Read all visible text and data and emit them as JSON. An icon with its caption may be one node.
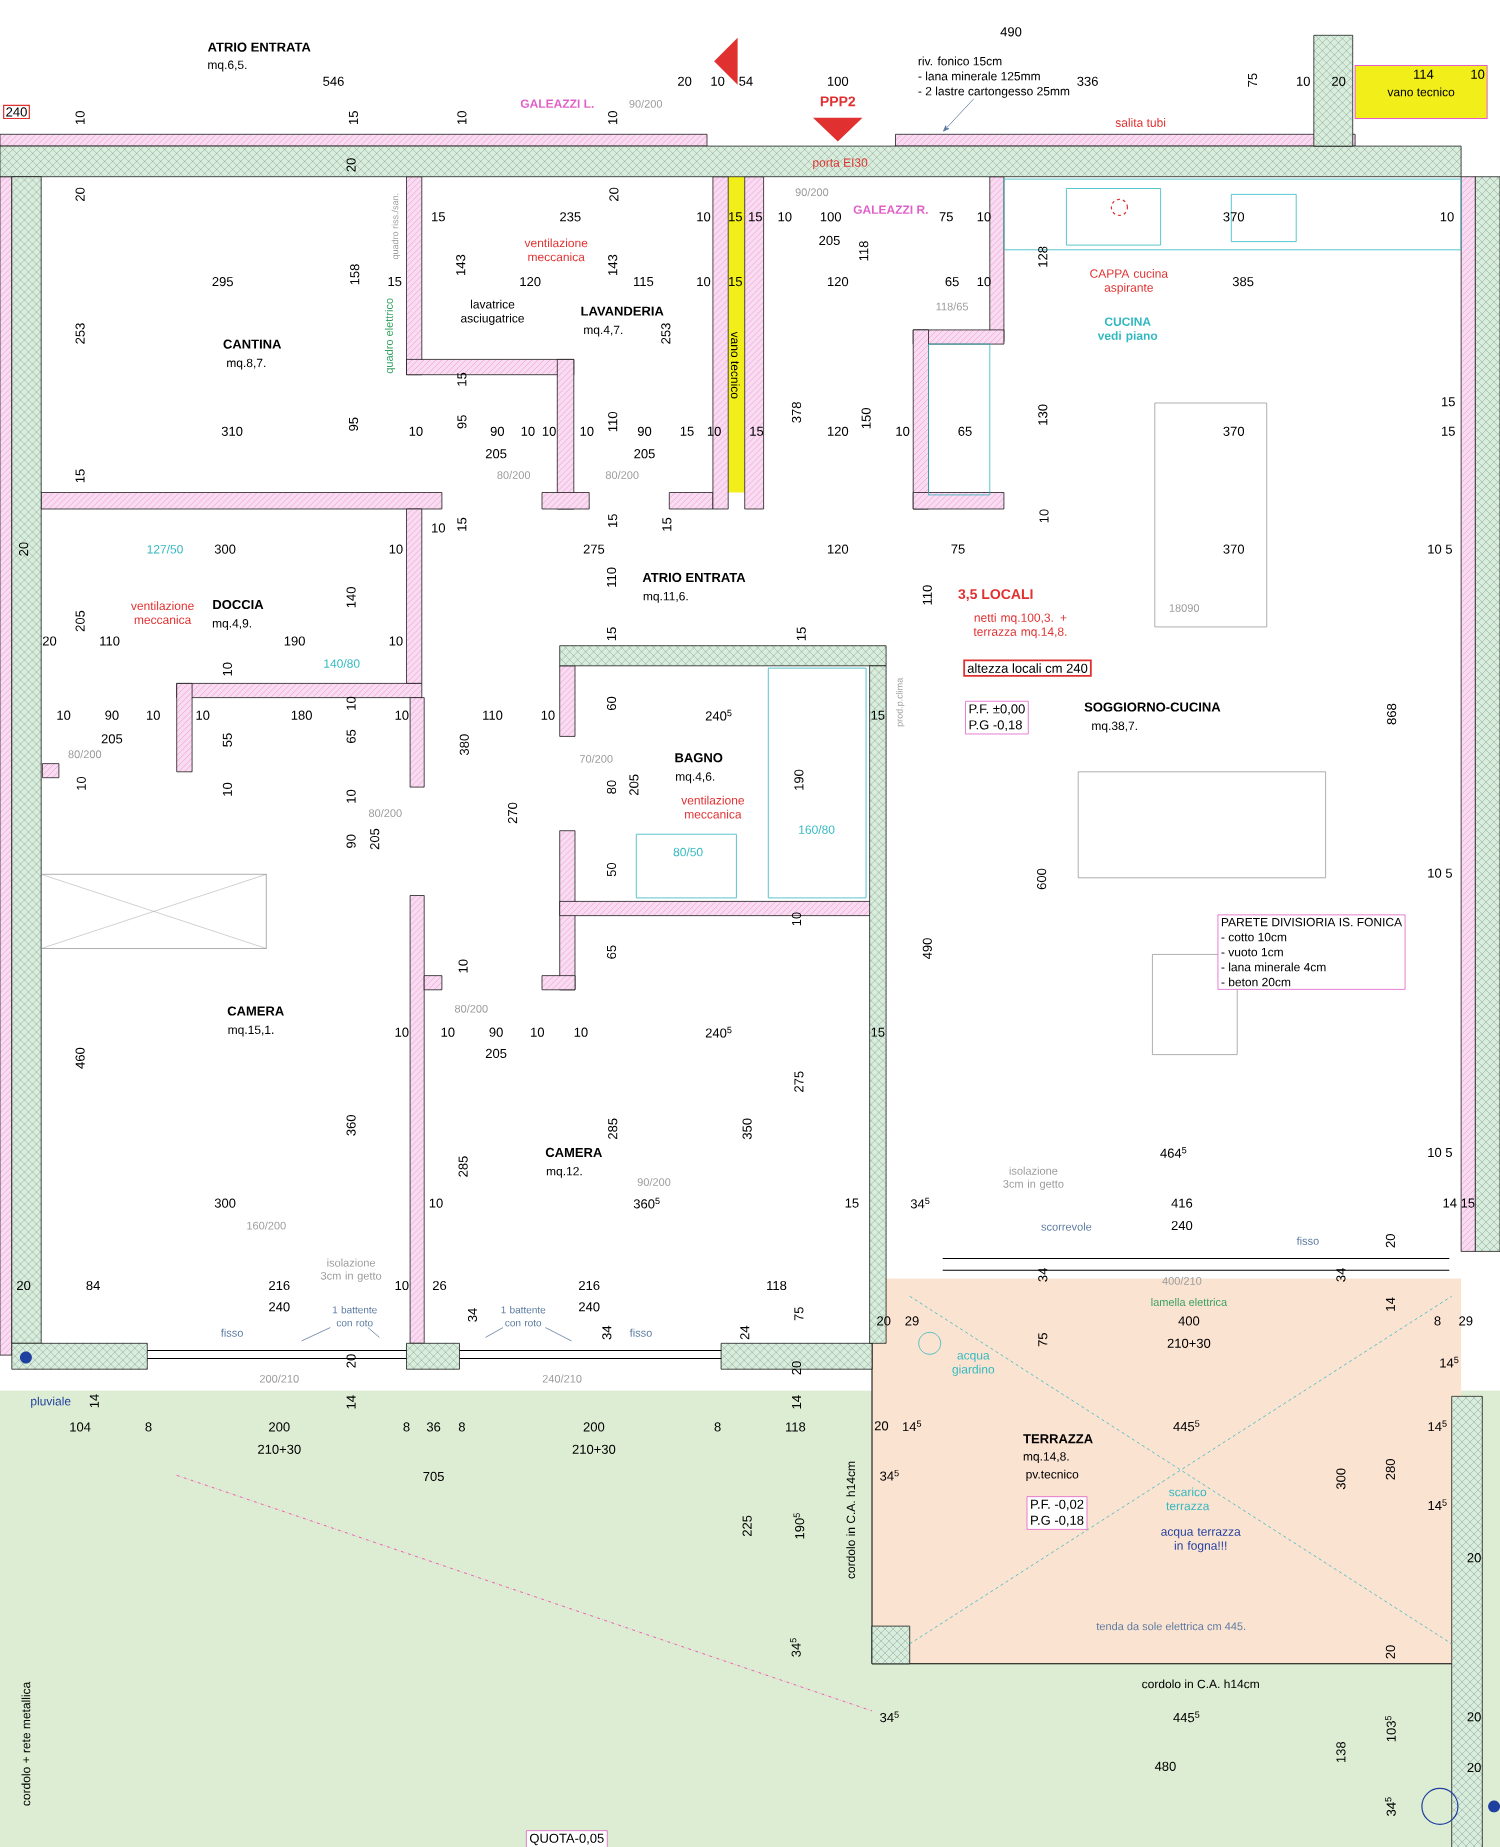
{
  "diagram": {
    "nodes": [
      {
        "text": [
          "240"
        ]
      },
      {
        "text": [
          "riv. fonico 15cm",
          "- lana minerale 125mm",
          "- 2 lastre cartongesso 25mm"
        ]
      },
      {
        "text": [
          "vano tecnico"
        ]
      },
      {
        "text": [
          "altezza locali cm 240"
        ]
      },
      {
        "text": [
          "P.F. ±0,00",
          "P.G -0,18"
        ]
      },
      {
        "text": [
          "PARETE DIVISIORIA IS. FONICA",
          "- cotto 10cm",
          "- vuoto 1cm",
          "- lana minerale 4cm",
          "- beton 20cm"
        ]
      },
      {
        "text": [
          "P.F. -0,02",
          "P.G -0,18"
        ]
      },
      {
        "text": [
          "QUOTA-0,05"
        ]
      },
      {
        "text": [
          "1 battente con roto"
        ]
      },
      {
        "text": [
          "1 battente con roto"
        ]
      }
    ],
    "edges": [
      {
        "from": 1,
        "to": null,
        "arrow": "to"
      },
      {
        "from": 8,
        "to": null,
        "arrow": "none"
      },
      {
        "from": 8,
        "to": null,
        "arrow": "none"
      },
      {
        "from": 9,
        "to": null,
        "arrow": "none"
      },
      {
        "from": 9,
        "to": null,
        "arrow": "none"
      }
    ],
    "labels": [
      "ATRIO ENTRATA",
      "mq.6,5.",
      "546",
      "GALEAZZI L.",
      "90/200",
      "20",
      "10",
      "54",
      "490",
      "100",
      "PPP2",
      "porta EI30",
      "90/200",
      "GALEAZZI R.",
      "336",
      "75",
      "10",
      "20",
      "114",
      "10",
      "salita tubi",
      "10",
      "15",
      "10",
      "10",
      "20",
      "20",
      "20",
      "295",
      "158",
      "15",
      "CANTINA",
      "mq.8,7.",
      "253",
      "310",
      "95",
      "10",
      "quadro riss./san.",
      "quadro elettrico",
      "15",
      "235",
      "10",
      "15",
      "15",
      "ventilazione meccanica",
      "143",
      "143",
      "120",
      "115",
      "10",
      "15",
      "lavatrice asciugatrice",
      "LAVANDERIA",
      "mq.4,7.",
      "253",
      "vano tecnico",
      "15",
      "95",
      "90",
      "10",
      "10",
      "10",
      "110",
      "90",
      "15",
      "10",
      "15",
      "205",
      "205",
      "80/200",
      "80/200",
      "15",
      "15",
      "15",
      "15",
      "378",
      "10",
      "100",
      "205",
      "118",
      "120",
      "75",
      "10",
      "65",
      "10",
      "118/65",
      "370",
      "10",
      "128",
      "CAPPA cucina aspirante",
      "385",
      "CUCINA vedi piano",
      "150",
      "120",
      "10",
      "65",
      "130",
      "370",
      "15",
      "15",
      "10",
      "275",
      "120",
      "75",
      "370",
      "10 5",
      "110",
      "ATRIO ENTRATA",
      "mq.11,6.",
      "110",
      "3,5 LOCALI",
      "netti mq.100,3. + terrazza mq.14,8.",
      "18090",
      "20",
      "127/50",
      "300",
      "10",
      "10",
      "205",
      "140",
      "ventilazione meccanica",
      "DOCCIA",
      "mq.4,9.",
      "20",
      "110",
      "190",
      "10",
      "140/80",
      "10",
      "10",
      "10",
      "90",
      "10",
      "10",
      "180",
      "65",
      "10",
      "205",
      "80/200",
      "55",
      "10",
      "10",
      "10",
      "80/200",
      "90",
      "205",
      "110",
      "10",
      "380",
      "270",
      "15",
      "15",
      "60",
      "240$^{5}$",
      "BAGNO",
      "mq.4,6.",
      "ventilazione meccanica",
      "70/200",
      "80",
      "205",
      "190",
      "160/80",
      "80/50",
      "50",
      "prod.p.clima",
      "15",
      "10",
      "65",
      "10",
      "80/200",
      "10",
      "10",
      "90",
      "10",
      "10",
      "205",
      "240$^{5}$",
      "15",
      "CAMERA",
      "mq.15,1.",
      "460",
      "360",
      "275",
      "285",
      "350",
      "285",
      "CAMERA",
      "mq.12.",
      "90/200",
      "300",
      "10",
      "360$^{5}$",
      "15",
      "160/200",
      "isolazione 3cm in getto",
      "84",
      "216",
      "240",
      "10",
      "26",
      "216",
      "240",
      "118",
      "75",
      "fisso",
      "fisso",
      "20",
      "200/210",
      "240/210",
      "20",
      "14",
      "34",
      "34",
      "24",
      "SOGGIORNO-CUCINA",
      "mq.38,7.",
      "868",
      "600",
      "490",
      "10 5",
      "464$^{5}$",
      "10 5",
      "isolazione 3cm in getto",
      "34$^{5}$",
      "416",
      "240",
      "14 15",
      "scorrevole",
      "fisso",
      "20",
      "400/210",
      "lamella elettrica",
      "400",
      "210+30",
      "20",
      "29",
      "34",
      "34",
      "14",
      "8",
      "29",
      "acqua giardino",
      "75",
      "20",
      "14$^{5}$",
      "20",
      "14$^{5}$",
      "TERRAZZA",
      "mq.14,8.",
      "pv.tecnico",
      "445$^{5}$",
      "14$^{5}$",
      "scarico terrazza",
      "acqua terrazza in fogna!!!",
      "300",
      "280",
      "14$^{5}$",
      "20",
      "cordolo in C.A. h14cm",
      "34$^{5}$",
      "225",
      "190$^{5}$",
      "34$^{5}$",
      "tenda da sole elettrica cm 445.",
      "20",
      "cordolo in C.A. h14cm",
      "34$^{5}$",
      "445$^{5}$",
      "480",
      "138",
      "103$^{5}$",
      "20",
      "20",
      "34$^{5}$",
      "pluviale",
      "14",
      "104",
      "8",
      "200",
      "210+30",
      "8",
      "36",
      "8",
      "200",
      "210+30",
      "8",
      "118",
      "14",
      "705",
      "cordolo + rete metallica"
    ]
  }
}
